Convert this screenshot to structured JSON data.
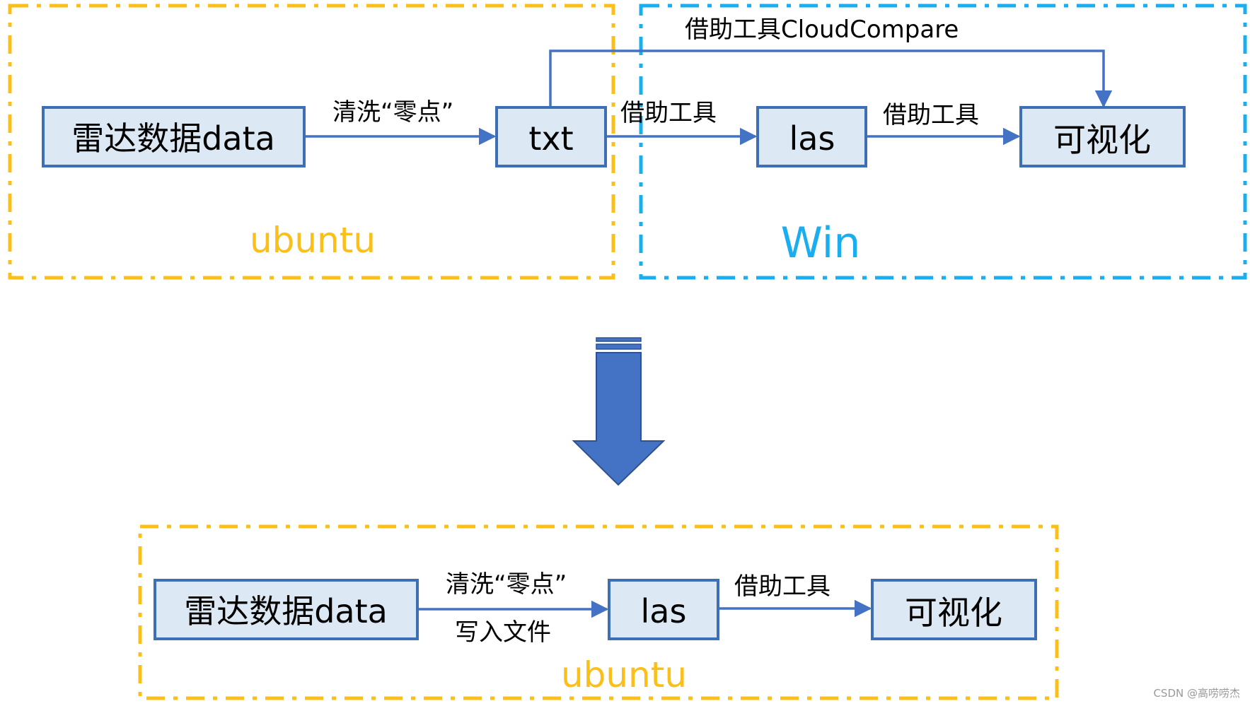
{
  "colors": {
    "ubuntu_zone": "#FBBF1A",
    "win_zone": "#1AADEF",
    "box_fill": "#DDE8F5",
    "box_stroke": "#3D6FB5",
    "arrow": "#4472C4",
    "big_arrow": "#4472C4"
  },
  "top": {
    "zone_ubuntu_label": "ubuntu",
    "zone_win_label": "Win",
    "box_radar": "雷达数据data",
    "box_txt": "txt",
    "box_las": "las",
    "box_vis": "可视化",
    "edge_clean": "清洗“零点”",
    "edge_tool_1": "借助工具",
    "edge_tool_2": "借助工具",
    "edge_cloudcompare": "借助工具CloudCompare"
  },
  "bottom": {
    "zone_ubuntu_label": "ubuntu",
    "box_radar": "雷达数据data",
    "box_las": "las",
    "box_vis": "可视化",
    "edge_clean": "清洗“零点”",
    "edge_write": "写入文件",
    "edge_tool": "借助工具"
  },
  "watermark": "CSDN @高唠唠杰"
}
